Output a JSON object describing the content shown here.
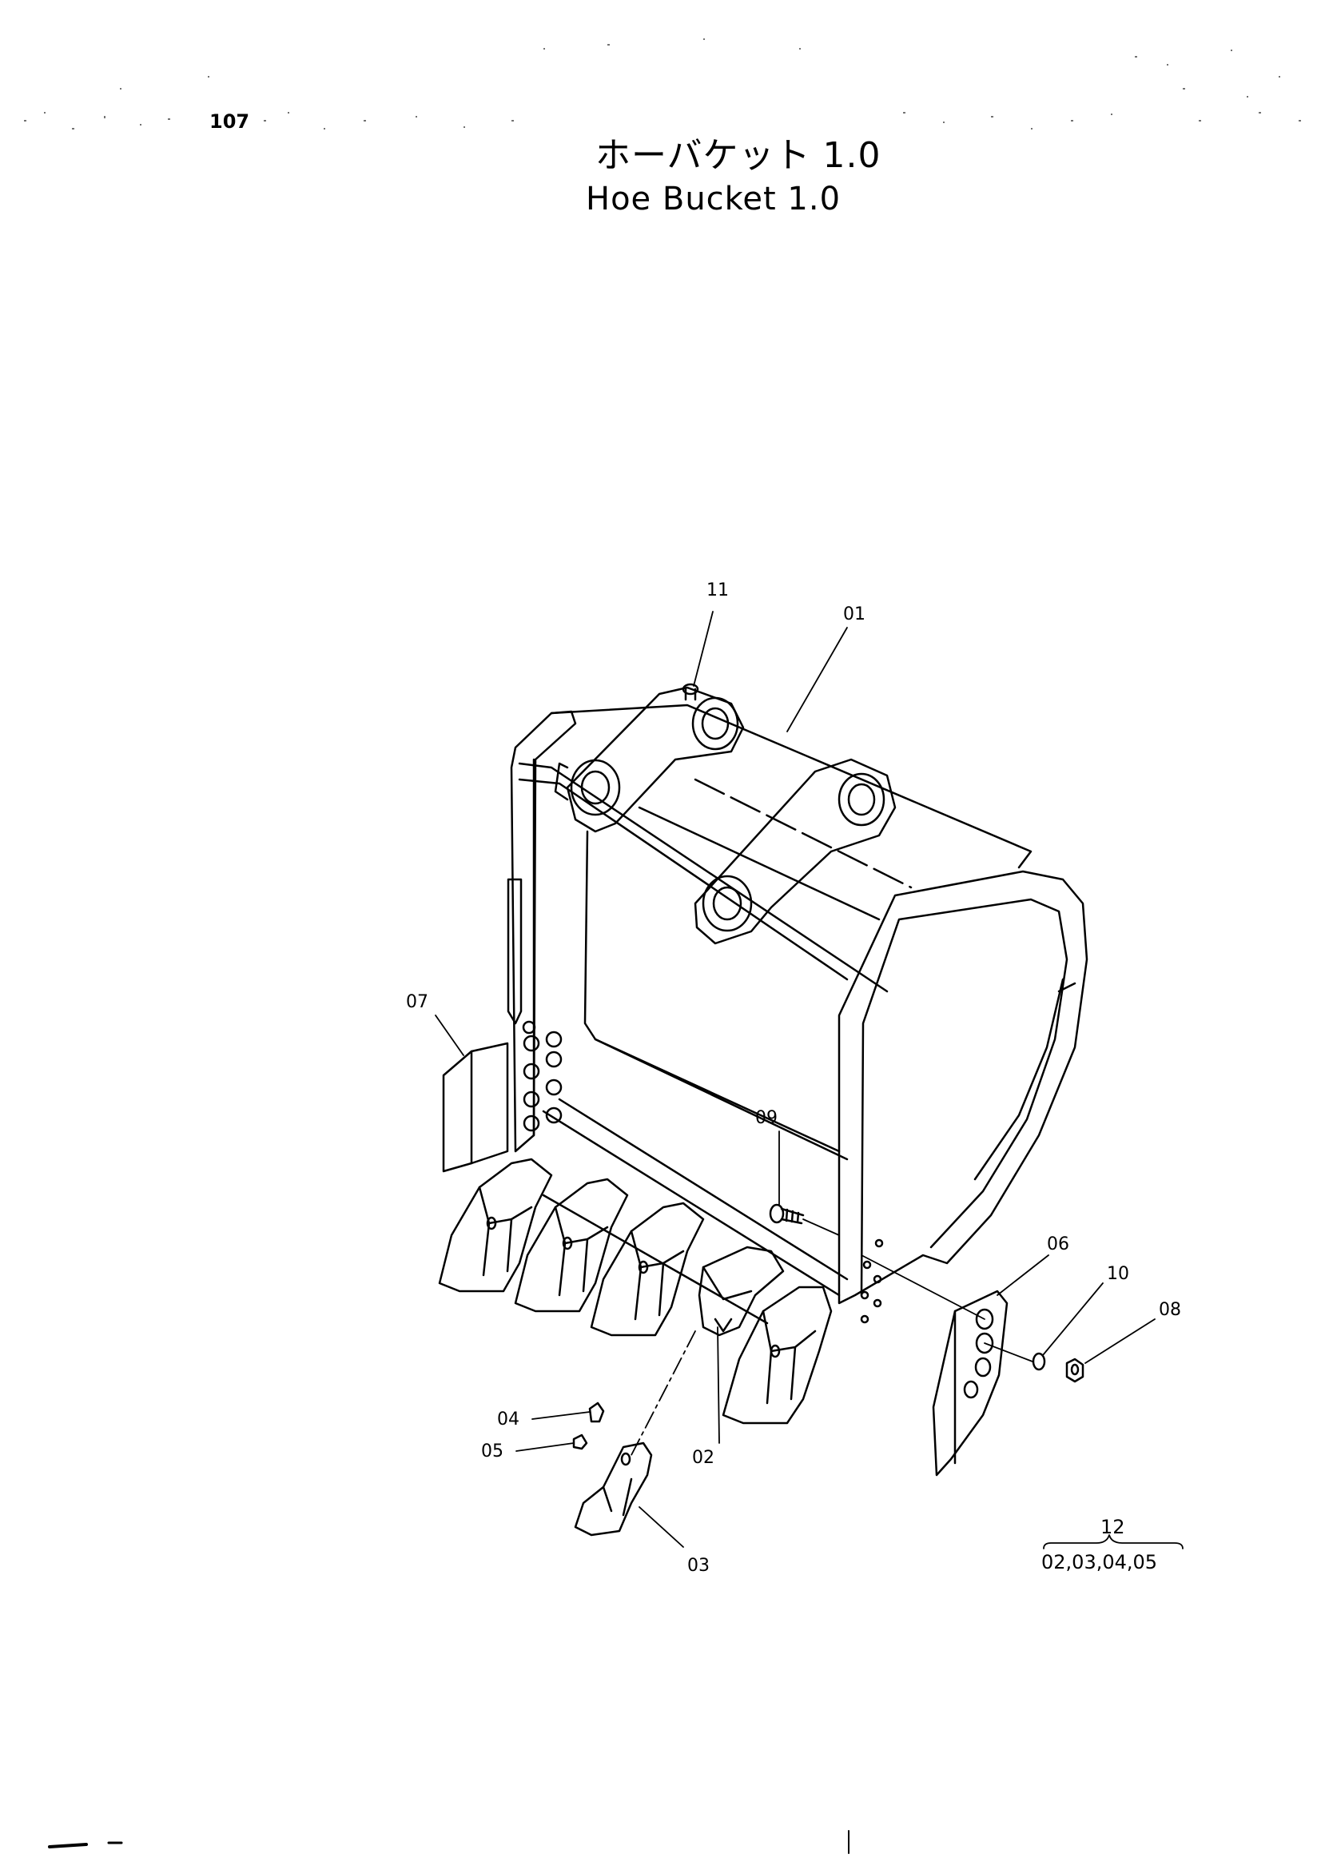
{
  "page_number": "107",
  "title_jp": "ホーバケット 1.0",
  "title_en": "Hoe Bucket 1.0",
  "parts": {
    "p01": "01",
    "p02": "02",
    "p03": "03",
    "p04": "04",
    "p05": "05",
    "p06": "06",
    "p07": "07",
    "p08": "08",
    "p09": "09",
    "p10": "10",
    "p11": "11"
  },
  "kit": {
    "number": "12",
    "contents": "02,03,04,05"
  }
}
